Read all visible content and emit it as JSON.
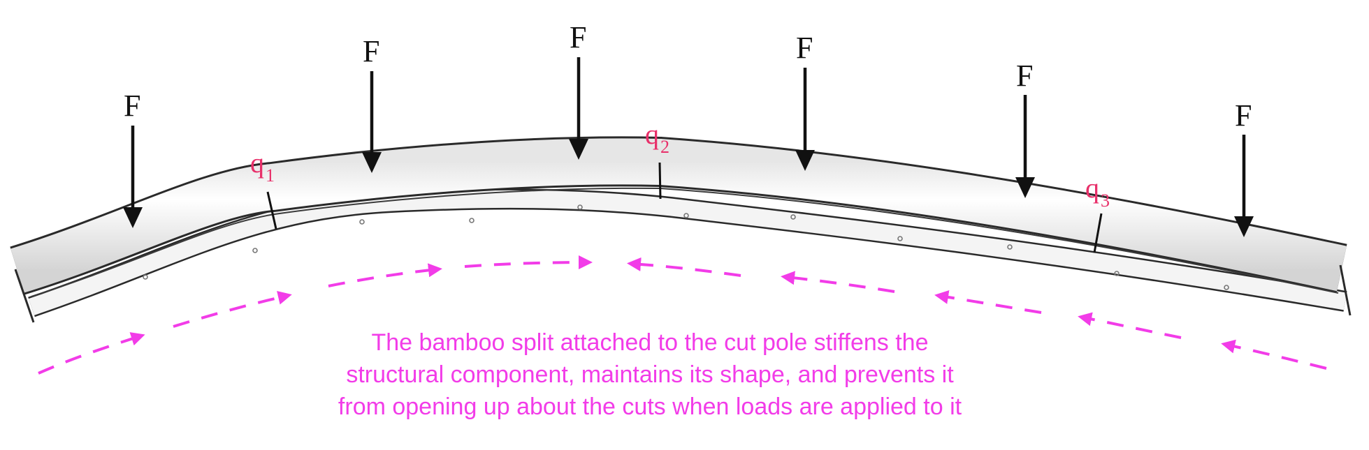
{
  "diagram": {
    "force_label": "F",
    "force_count": 6,
    "cuts": [
      {
        "base": "q",
        "sub": "1"
      },
      {
        "base": "q",
        "sub": "2"
      },
      {
        "base": "q",
        "sub": "3"
      }
    ],
    "caption_lines": [
      "The bamboo split attached to the cut pole stiffens the",
      "structural component, maintains its shape, and prevents it",
      "from opening up about the cuts when loads are applied to it"
    ],
    "colors": {
      "arrow": "#111111",
      "cut_label": "#e8306a",
      "flow_arrow": "#f23ce8",
      "caption": "#f23ce8",
      "pole_edge": "#2a2a2a",
      "pole_fill": "#f2f2f2"
    }
  }
}
